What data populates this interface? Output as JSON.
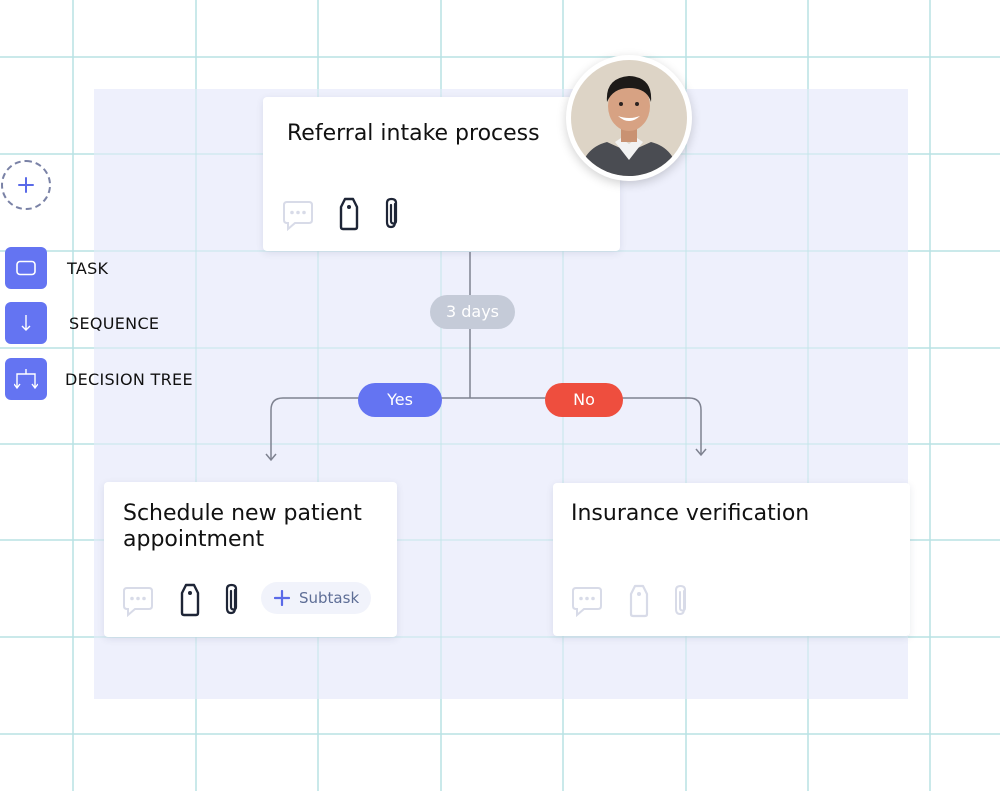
{
  "legend": {
    "items": [
      {
        "label": "TASK",
        "icon": "task-rect-icon"
      },
      {
        "label": "SEQUENCE",
        "icon": "arrow-down-icon"
      },
      {
        "label": "DECISION TREE",
        "icon": "decision-tree-icon"
      }
    ],
    "accent": "#6474f2"
  },
  "nodes": {
    "root": {
      "title": "Referral intake process"
    },
    "left": {
      "title_line1": "Schedule new patient",
      "title_line2": "appointment",
      "subtask_label": "Subtask"
    },
    "right": {
      "title": "Insurance verification"
    }
  },
  "edges": {
    "delay": "3 days",
    "yes": "Yes",
    "no": "No"
  },
  "colors": {
    "yes": "#6474f2",
    "no": "#ee4e3e",
    "delay": "#c5cbd8",
    "canvas": "#eef0fc",
    "grid": "#b8e2e4"
  }
}
